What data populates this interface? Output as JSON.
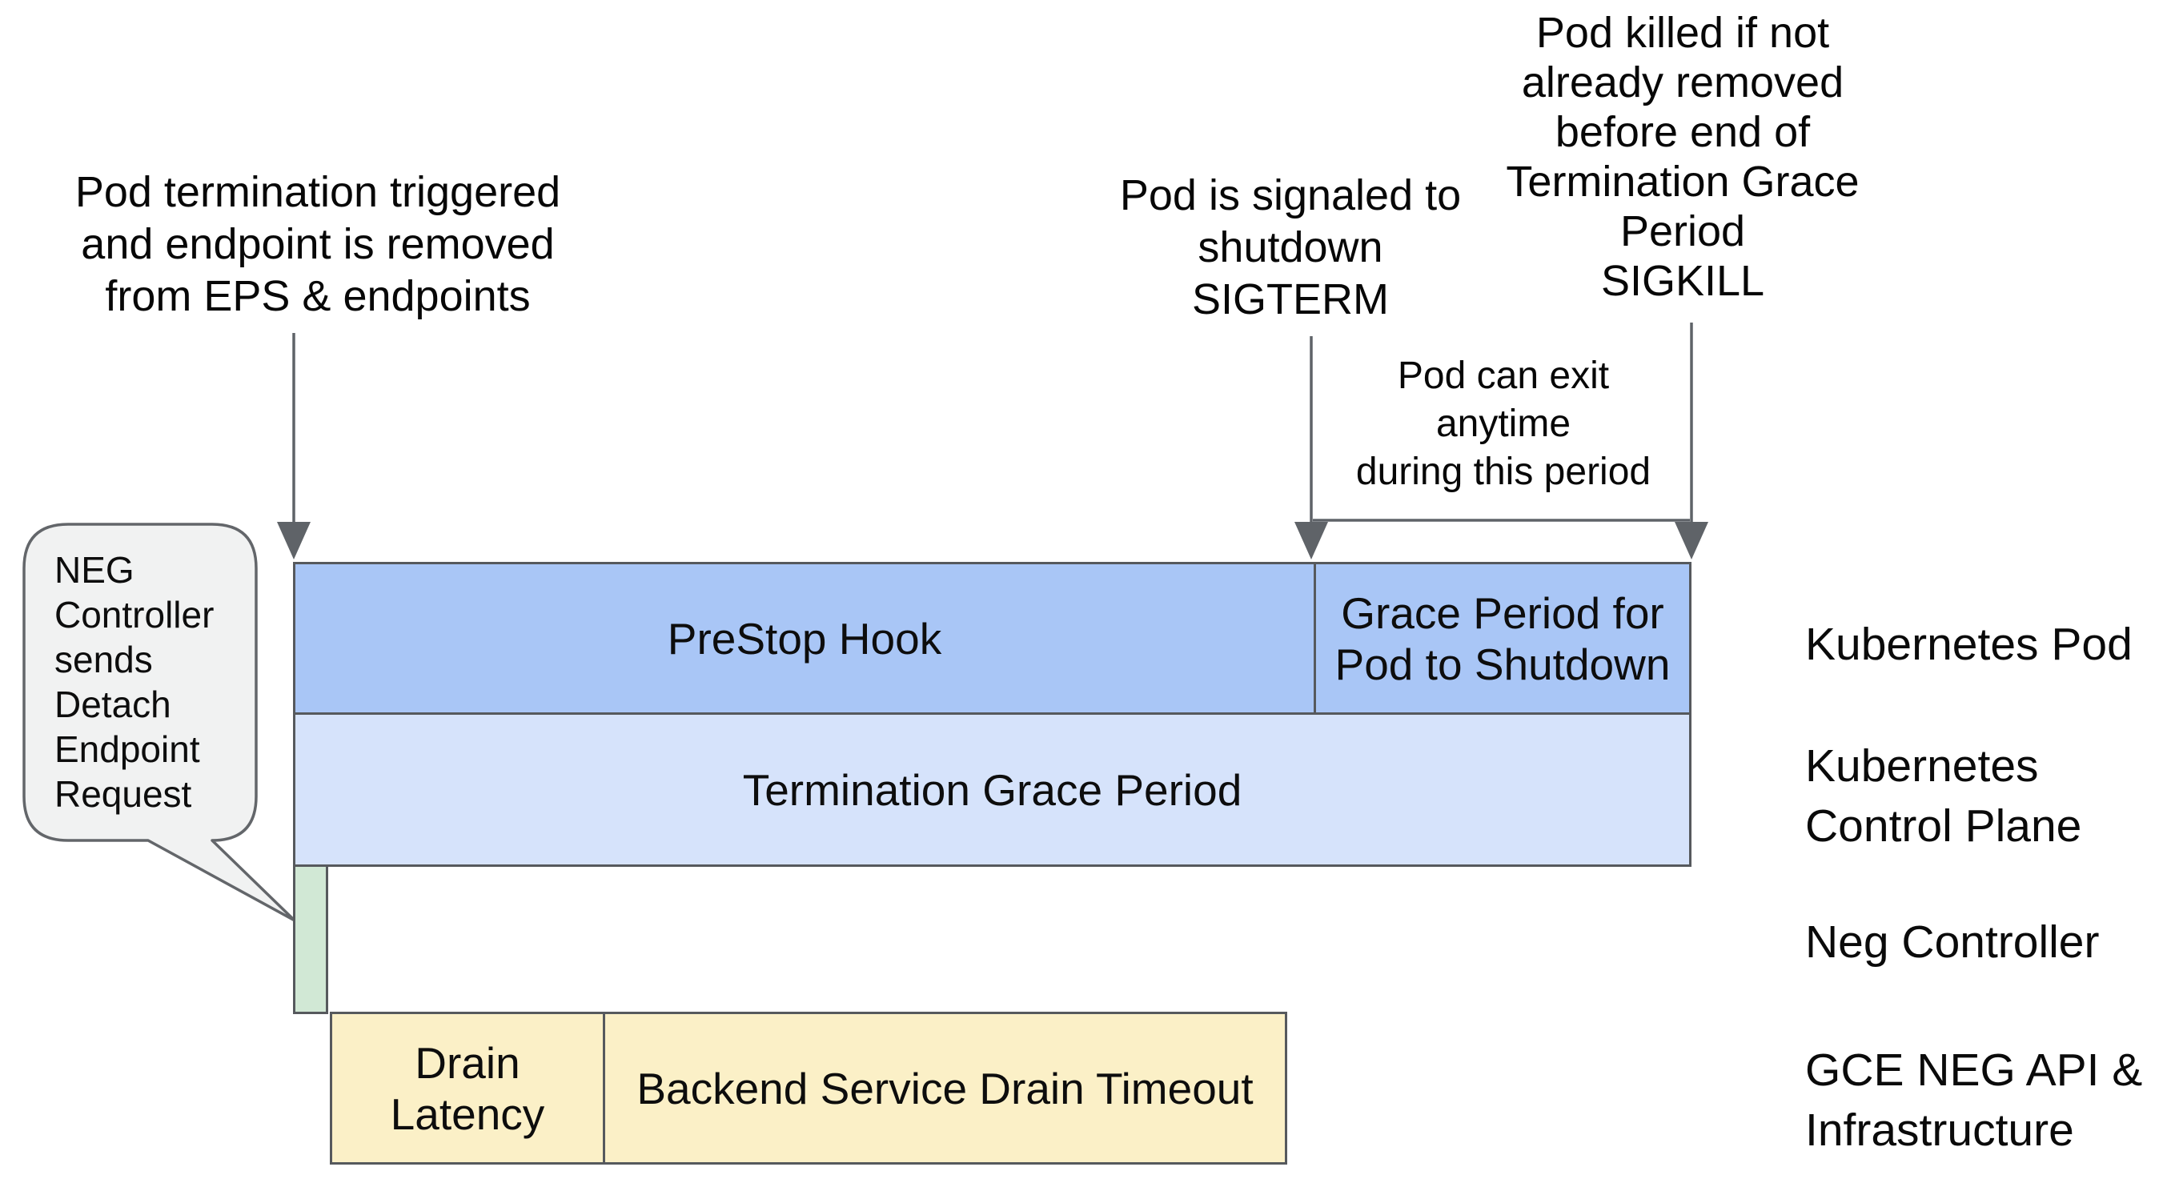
{
  "annotations": {
    "pod_termination": "Pod termination triggered\nand endpoint is removed\nfrom EPS & endpoints",
    "sigterm": "Pod is signaled to\nshutdown\nSIGTERM",
    "sigkill": "Pod killed if not\nalready removed\nbefore end of\nTermination Grace\nPeriod\nSIGKILL",
    "pod_exit": "Pod can exit anytime\nduring this period"
  },
  "bubble": {
    "text": "NEG\nController\nsends\nDetach\nEndpoint\nRequest"
  },
  "timeline": {
    "kubernetes_pod": {
      "prestop": "PreStop Hook",
      "grace_period": "Grace Period for\nPod to Shutdown"
    },
    "control_plane": {
      "label": "Termination Grace Period"
    },
    "gce": {
      "drain_latency": "Drain\nLatency",
      "backend_drain": "Backend Service Drain Timeout"
    }
  },
  "lanes": {
    "pod": "Kubernetes Pod",
    "control_plane": "Kubernetes\nControl Plane",
    "neg_controller": "Neg Controller",
    "gce": "GCE NEG API &\nInfrastructure"
  },
  "colors": {
    "bar_blue": "#a9c6f6",
    "bar_light_blue": "#d6e3fb",
    "bar_green": "#d1e8d5",
    "bar_yellow": "#fbf0c7",
    "stroke_gray": "#5f6368",
    "bubble_fill": "#f1f2f2"
  }
}
